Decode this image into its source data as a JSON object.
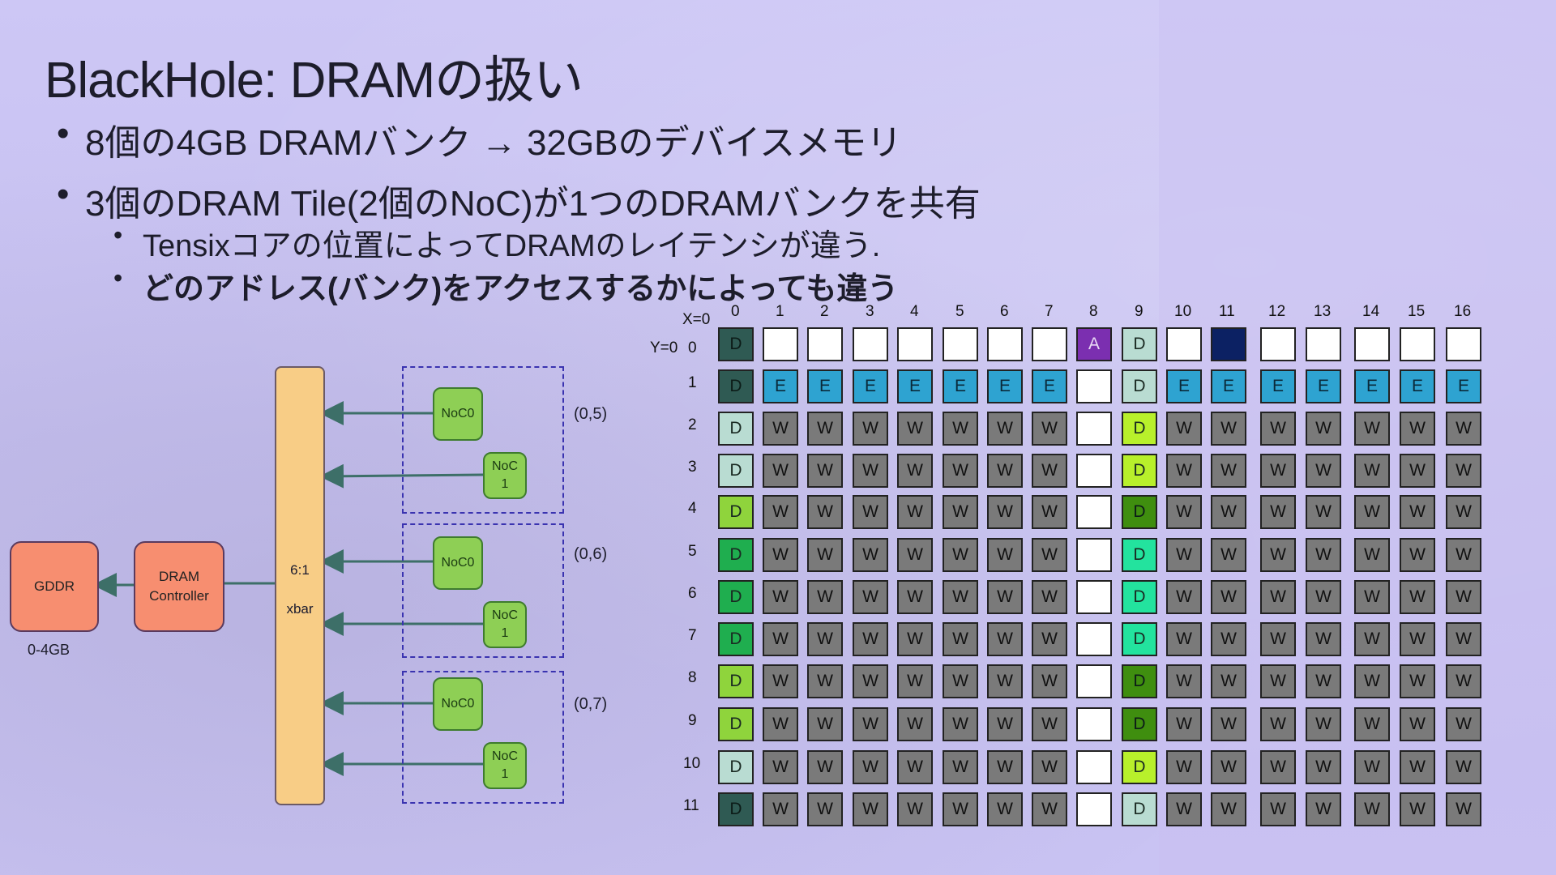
{
  "title": "BlackHole: DRAMの扱い",
  "bullets": [
    {
      "level": 1,
      "text": "8個の4GB DRAMバンク → 32GBのデバイスメモリ"
    },
    {
      "level": 1,
      "text": "3個のDRAM Tile(2個のNoC)が1つのDRAMバンクを共有"
    },
    {
      "level": 2,
      "text": "Tensixコアの位置によってDRAMのレイテンシが違う."
    },
    {
      "level": 2,
      "text": "どのアドレス(バンク)をアクセスするかによっても違う"
    }
  ],
  "diagram": {
    "gddr": "GDDR",
    "gddr_size": "0-4GB",
    "controller": "DRAM Controller",
    "xbar_ratio": "6:1",
    "xbar": "xbar",
    "noc0": "NoC0",
    "noc1": "NoC 1",
    "groups": [
      "(0,5)",
      "(0,6)",
      "(0,7)"
    ]
  },
  "grid": {
    "x_label": "X=0",
    "y_label": "Y=0",
    "x_ticks": [
      "0",
      "1",
      "2",
      "3",
      "4",
      "5",
      "6",
      "7",
      "8",
      "9",
      "10",
      "11",
      "12",
      "13",
      "14",
      "15",
      "16"
    ],
    "y_ticks": [
      "0",
      "1",
      "2",
      "3",
      "4",
      "5",
      "6",
      "7",
      "8",
      "9",
      "10",
      "11"
    ],
    "legend_colors": {
      "W": "#7a7a7a",
      "E": "#2ea3d1",
      "A": "#7b2fb0",
      "Dblue": "#0c2163",
      "empty": "#ffffff",
      "D_dark": "#2f5a53",
      "D_pale": "#b9dcd2",
      "D_lime": "#b8f02b",
      "D_olive": "#3f8e0f",
      "D_lightgreen": "#8fd43c",
      "D_green": "#1fae4f",
      "D_mint": "#23e39e"
    },
    "rows": [
      [
        "D",
        "",
        "",
        "",
        "",
        "",
        "",
        "",
        "A",
        "D",
        "",
        "",
        "",
        "",
        "",
        "",
        ""
      ],
      [
        "D",
        "E",
        "E",
        "E",
        "E",
        "E",
        "E",
        "E",
        "",
        "D",
        "E",
        "E",
        "E",
        "E",
        "E",
        "E",
        "E"
      ],
      [
        "D",
        "W",
        "W",
        "W",
        "W",
        "W",
        "W",
        "W",
        "",
        "D",
        "W",
        "W",
        "W",
        "W",
        "W",
        "W",
        "W"
      ],
      [
        "D",
        "W",
        "W",
        "W",
        "W",
        "W",
        "W",
        "W",
        "",
        "D",
        "W",
        "W",
        "W",
        "W",
        "W",
        "W",
        "W"
      ],
      [
        "D",
        "W",
        "W",
        "W",
        "W",
        "W",
        "W",
        "W",
        "",
        "D",
        "W",
        "W",
        "W",
        "W",
        "W",
        "W",
        "W"
      ],
      [
        "D",
        "W",
        "W",
        "W",
        "W",
        "W",
        "W",
        "W",
        "",
        "D",
        "W",
        "W",
        "W",
        "W",
        "W",
        "W",
        "W"
      ],
      [
        "D",
        "W",
        "W",
        "W",
        "W",
        "W",
        "W",
        "W",
        "",
        "D",
        "W",
        "W",
        "W",
        "W",
        "W",
        "W",
        "W"
      ],
      [
        "D",
        "W",
        "W",
        "W",
        "W",
        "W",
        "W",
        "W",
        "",
        "D",
        "W",
        "W",
        "W",
        "W",
        "W",
        "W",
        "W"
      ],
      [
        "D",
        "W",
        "W",
        "W",
        "W",
        "W",
        "W",
        "W",
        "",
        "D",
        "W",
        "W",
        "W",
        "W",
        "W",
        "W",
        "W"
      ],
      [
        "D",
        "W",
        "W",
        "W",
        "W",
        "W",
        "W",
        "W",
        "",
        "D",
        "W",
        "W",
        "W",
        "W",
        "W",
        "W",
        "W"
      ],
      [
        "D",
        "W",
        "W",
        "W",
        "W",
        "W",
        "W",
        "W",
        "",
        "D",
        "W",
        "W",
        "W",
        "W",
        "W",
        "W",
        "W"
      ],
      [
        "D",
        "W",
        "W",
        "W",
        "W",
        "W",
        "W",
        "W",
        "",
        "D",
        "W",
        "W",
        "W",
        "W",
        "W",
        "W",
        "W"
      ]
    ],
    "col0_colors": [
      "D_dark",
      "D_dark",
      "D_pale",
      "D_pale",
      "D_lightgreen",
      "D_green",
      "D_green",
      "D_green",
      "D_lightgreen",
      "D_lightgreen",
      "D_pale",
      "D_dark"
    ],
    "col9_colors": [
      "D_pale",
      "D_pale",
      "D_lime",
      "D_lime",
      "D_olive",
      "D_mint",
      "D_mint",
      "D_mint",
      "D_olive",
      "D_olive",
      "D_lime",
      "D_pale"
    ],
    "special_cells": [
      {
        "row": 0,
        "col": 11,
        "color": "Dblue",
        "text": ""
      }
    ]
  }
}
